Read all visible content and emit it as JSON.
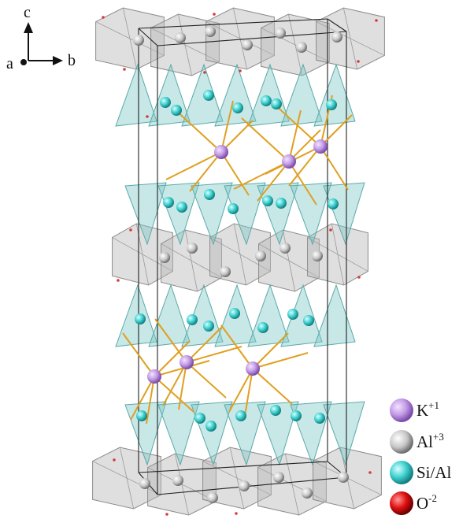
{
  "axes": {
    "c_label": "c",
    "a_label": "a",
    "b_label": "b"
  },
  "legend": {
    "items": [
      {
        "symbol": "K",
        "charge": "+1",
        "color": "#c9a0ea",
        "edge": "#8e5cbf"
      },
      {
        "symbol": "Al",
        "charge": "+3",
        "color": "#d2d2d2",
        "edge": "#8a8a8a"
      },
      {
        "symbol": "Si/Al",
        "charge": "",
        "color": "#44d6d6",
        "edge": "#1b9a9a"
      },
      {
        "symbol": "O",
        "charge": "-2",
        "color": "#e01010",
        "edge": "#8a0000"
      }
    ]
  },
  "structure": {
    "octahedral_color": "#b9b9b9",
    "tetrahedral_color": "#7cc6c6",
    "bond_color": "#e0a020",
    "cell_edge_color": "#222222"
  }
}
